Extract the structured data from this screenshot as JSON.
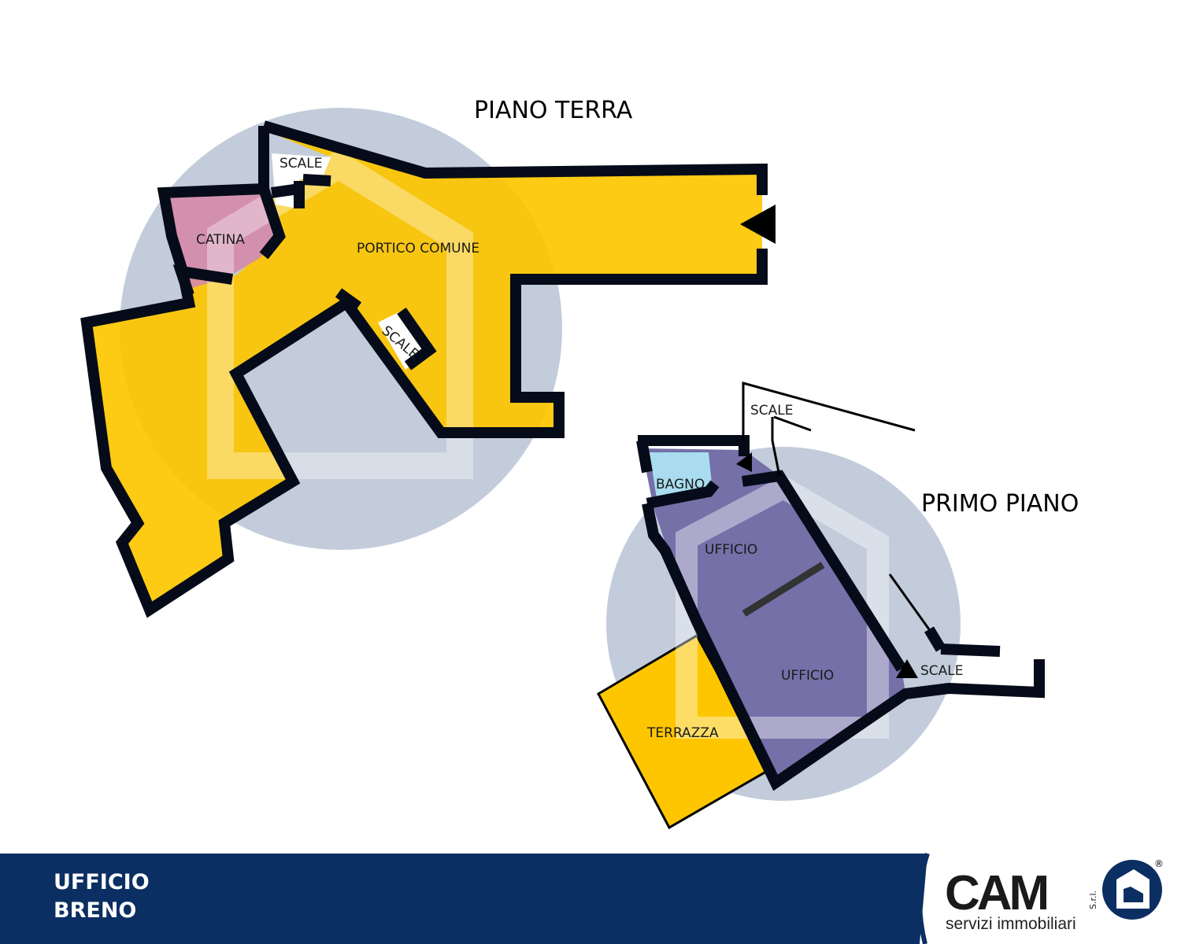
{
  "floors": {
    "ground": {
      "title": "PIANO TERRA",
      "rooms": [
        "CATINA",
        "PORTICO COMUNE",
        "SCALE",
        "SCALE"
      ]
    },
    "first": {
      "title": "PRIMO PIANO",
      "rooms": [
        "BAGNO",
        "UFFICIO",
        "UFFICIO",
        "TERRAZZA",
        "SCALE",
        "SCALE"
      ]
    }
  },
  "footer": {
    "line1": "UFFICIO",
    "line2": "BRENO"
  },
  "logo": {
    "brand": "CAM",
    "suffix": "S.r.l.",
    "tagline": "servizi immobiliari",
    "registered": "®"
  },
  "colors": {
    "circle": "#c2ccda",
    "yellow": "#fdc600",
    "purple": "#7570a8",
    "pink": "#c97f9f",
    "bagno": "#a9dcef",
    "navy": "#0b2f62"
  }
}
